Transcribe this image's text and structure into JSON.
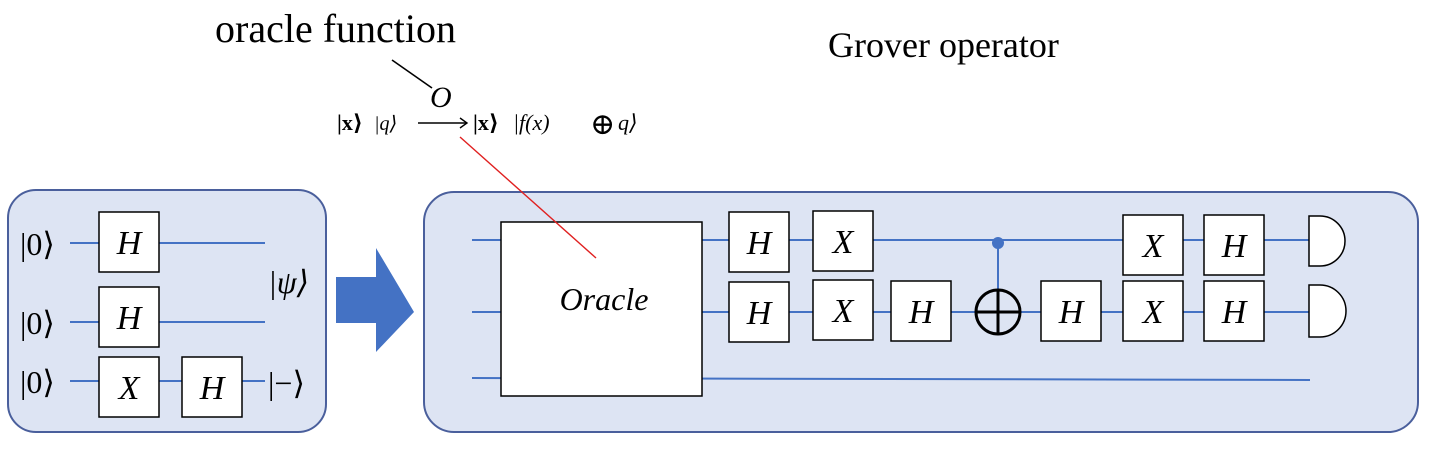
{
  "title": {
    "oracle_function": "oracle function",
    "grover_operator": "Grover operator"
  },
  "oracle_map": {
    "input_x": "|x⟩",
    "input_q": "|q⟩",
    "arrow_label": "O",
    "output_x": "|x⟩",
    "output_fx": "|f(x)",
    "oplus": "⊕",
    "output_q": "q⟩"
  },
  "state_prep": {
    "kets": [
      "|0⟩",
      "|0⟩",
      "|0⟩"
    ],
    "gates_row1": [
      "H"
    ],
    "gates_row2": [
      "H"
    ],
    "gates_row3": [
      "X",
      "H"
    ],
    "psi_label": "|ψ⟩",
    "minus_label": "|−⟩"
  },
  "grover": {
    "oracle_label": "Oracle",
    "top_row_gates_pre": [
      "H",
      "X"
    ],
    "top_row_gates_post": [
      "X",
      "H"
    ],
    "mid_row_gates_pre": [
      "H",
      "X",
      "H"
    ],
    "mid_row_gates_post": [
      "H",
      "X",
      "H"
    ]
  },
  "colors": {
    "panel_fill": "#dde4f3",
    "panel_stroke": "#4a5f9c",
    "wire": "#4472c4",
    "arrow": "#4472c4",
    "oracle_pointer": "#e02020",
    "control_dot": "#4472c4"
  }
}
